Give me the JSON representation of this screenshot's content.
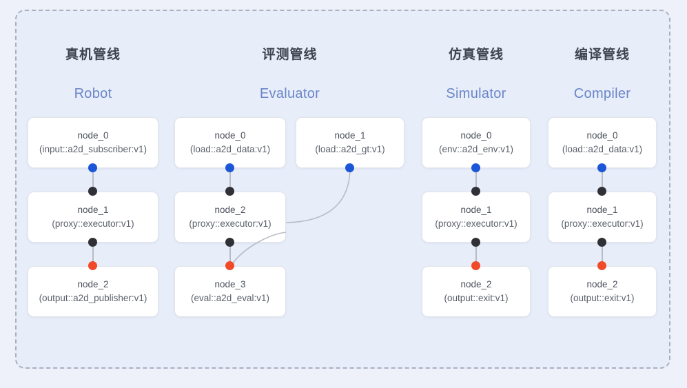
{
  "diagram": {
    "title_visible": false,
    "colors": {
      "canvas_bg": "#eef1f9",
      "panel_bg": "#e7edf9",
      "panel_border": "#a9b0c0",
      "node_bg": "#ffffff",
      "node_border": "#e2e4ea",
      "header_cn": "#3e444f",
      "header_en": "#6b86c8",
      "port_input": "#1a56d6",
      "port_middle": "#2f3136",
      "port_output": "#f04a28",
      "link": "#b9bcc4"
    },
    "columns": [
      {
        "id": "robot",
        "header_cn": "真机管线",
        "header_en": "Robot",
        "nodes": [
          {
            "name": "node_0",
            "spec": "(input::a2d_subscriber:v1)",
            "ports": {
              "bottom": "blue"
            }
          },
          {
            "name": "node_1",
            "spec": "(proxy::executor:v1)",
            "ports": {
              "top": "black",
              "bottom": "black"
            }
          },
          {
            "name": "node_2",
            "spec": "(output::a2d_publisher:v1)",
            "ports": {
              "top": "red"
            }
          }
        ]
      },
      {
        "id": "evaluator",
        "header_cn": "评测管线",
        "header_en": "Evaluator",
        "nodes": [
          {
            "name": "node_0",
            "spec": "(load::a2d_data:v1)",
            "ports": {
              "bottom": "blue"
            }
          },
          {
            "name": "node_2",
            "spec": "(proxy::executor:v1)",
            "ports": {
              "top": "black",
              "bottom": "black"
            }
          },
          {
            "name": "node_3",
            "spec": "(eval::a2d_eval:v1)",
            "ports": {
              "top": "red"
            }
          }
        ],
        "side_nodes": [
          {
            "name": "node_1",
            "spec": "(load::a2d_gt:v1)",
            "ports": {
              "bottom": "blue"
            }
          }
        ]
      },
      {
        "id": "simulator",
        "header_cn": "仿真管线",
        "header_en": "Simulator",
        "nodes": [
          {
            "name": "node_0",
            "spec": "(env::a2d_env:v1)",
            "ports": {
              "bottom": "blue"
            }
          },
          {
            "name": "node_1",
            "spec": "(proxy::executor:v1)",
            "ports": {
              "top": "black",
              "bottom": "black"
            }
          },
          {
            "name": "node_2",
            "spec": "(output::exit:v1)",
            "ports": {
              "top": "red"
            }
          }
        ]
      },
      {
        "id": "compiler",
        "header_cn": "编译管线",
        "header_en": "Compiler",
        "nodes": [
          {
            "name": "node_0",
            "spec": "(load::a2d_data:v1)",
            "ports": {
              "bottom": "blue"
            }
          },
          {
            "name": "node_1",
            "spec": "(proxy::executor:v1)",
            "ports": {
              "top": "black",
              "bottom": "black"
            }
          },
          {
            "name": "node_2",
            "spec": "(output::exit:v1)",
            "ports": {
              "top": "red"
            }
          }
        ]
      }
    ]
  }
}
